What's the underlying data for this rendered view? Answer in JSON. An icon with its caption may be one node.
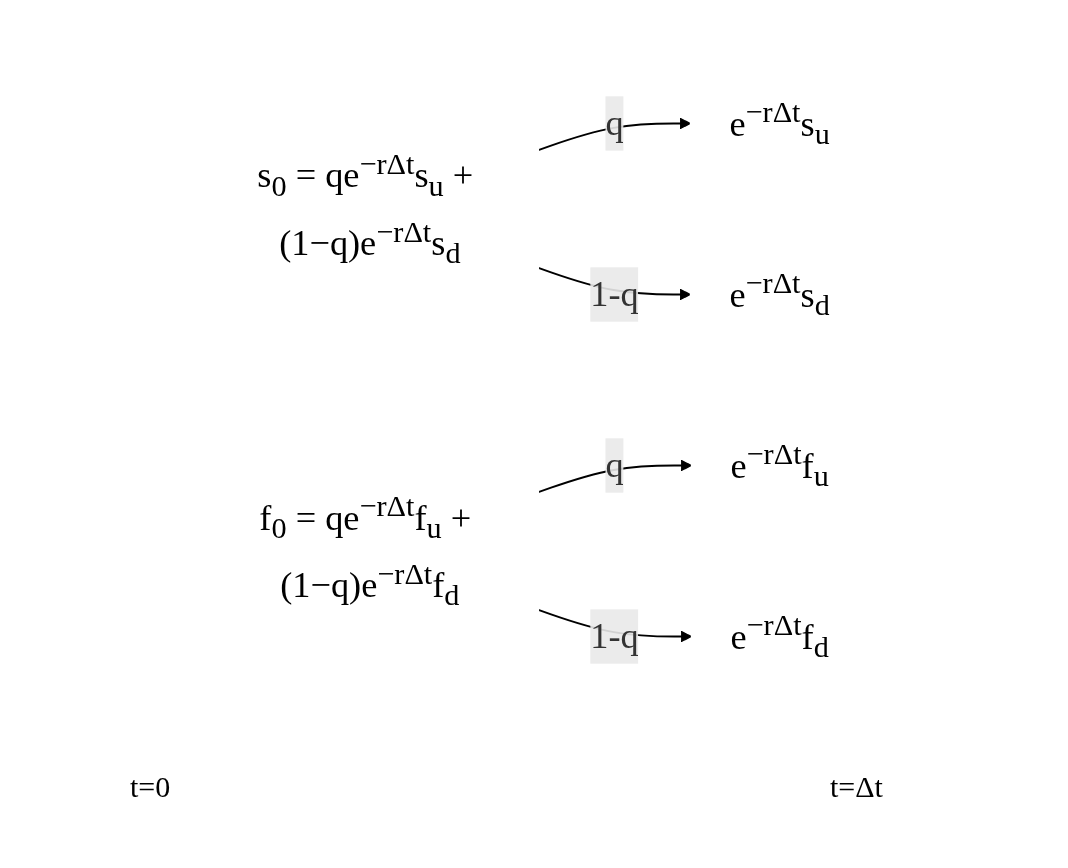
{
  "diagram": {
    "nodes": [
      {
        "text": [
          "s$_{0}$ = qe$^{−rΔt}$s$_{u}$ + (1−q)e$^{−rΔt}$s$_{d}$"
        ]
      },
      {
        "text": [
          "e$^{−rΔt}$s$_{u}$"
        ]
      },
      {
        "text": [
          "e$^{−rΔt}$s$_{d}$"
        ]
      },
      {
        "text": [
          "f$_{0}$ = qe$^{−rΔt}$f$_{u}$ + (1−q)e$^{−rΔt}$f$_{d}$"
        ]
      },
      {
        "text": [
          "e$^{−rΔt}$f$_{u}$"
        ]
      },
      {
        "text": [
          "e$^{−rΔt}$f$_{d}$"
        ]
      }
    ],
    "edges": [
      {
        "from": 0,
        "to": 1,
        "arrow": "to",
        "label": "q"
      },
      {
        "from": 0,
        "to": 2,
        "arrow": "to",
        "label": "1-q"
      },
      {
        "from": 3,
        "to": 4,
        "arrow": "to",
        "label": "q"
      },
      {
        "from": 3,
        "to": 5,
        "arrow": "to",
        "label": "1-q"
      }
    ],
    "labels": [
      "t=0",
      "t=Δt"
    ]
  }
}
